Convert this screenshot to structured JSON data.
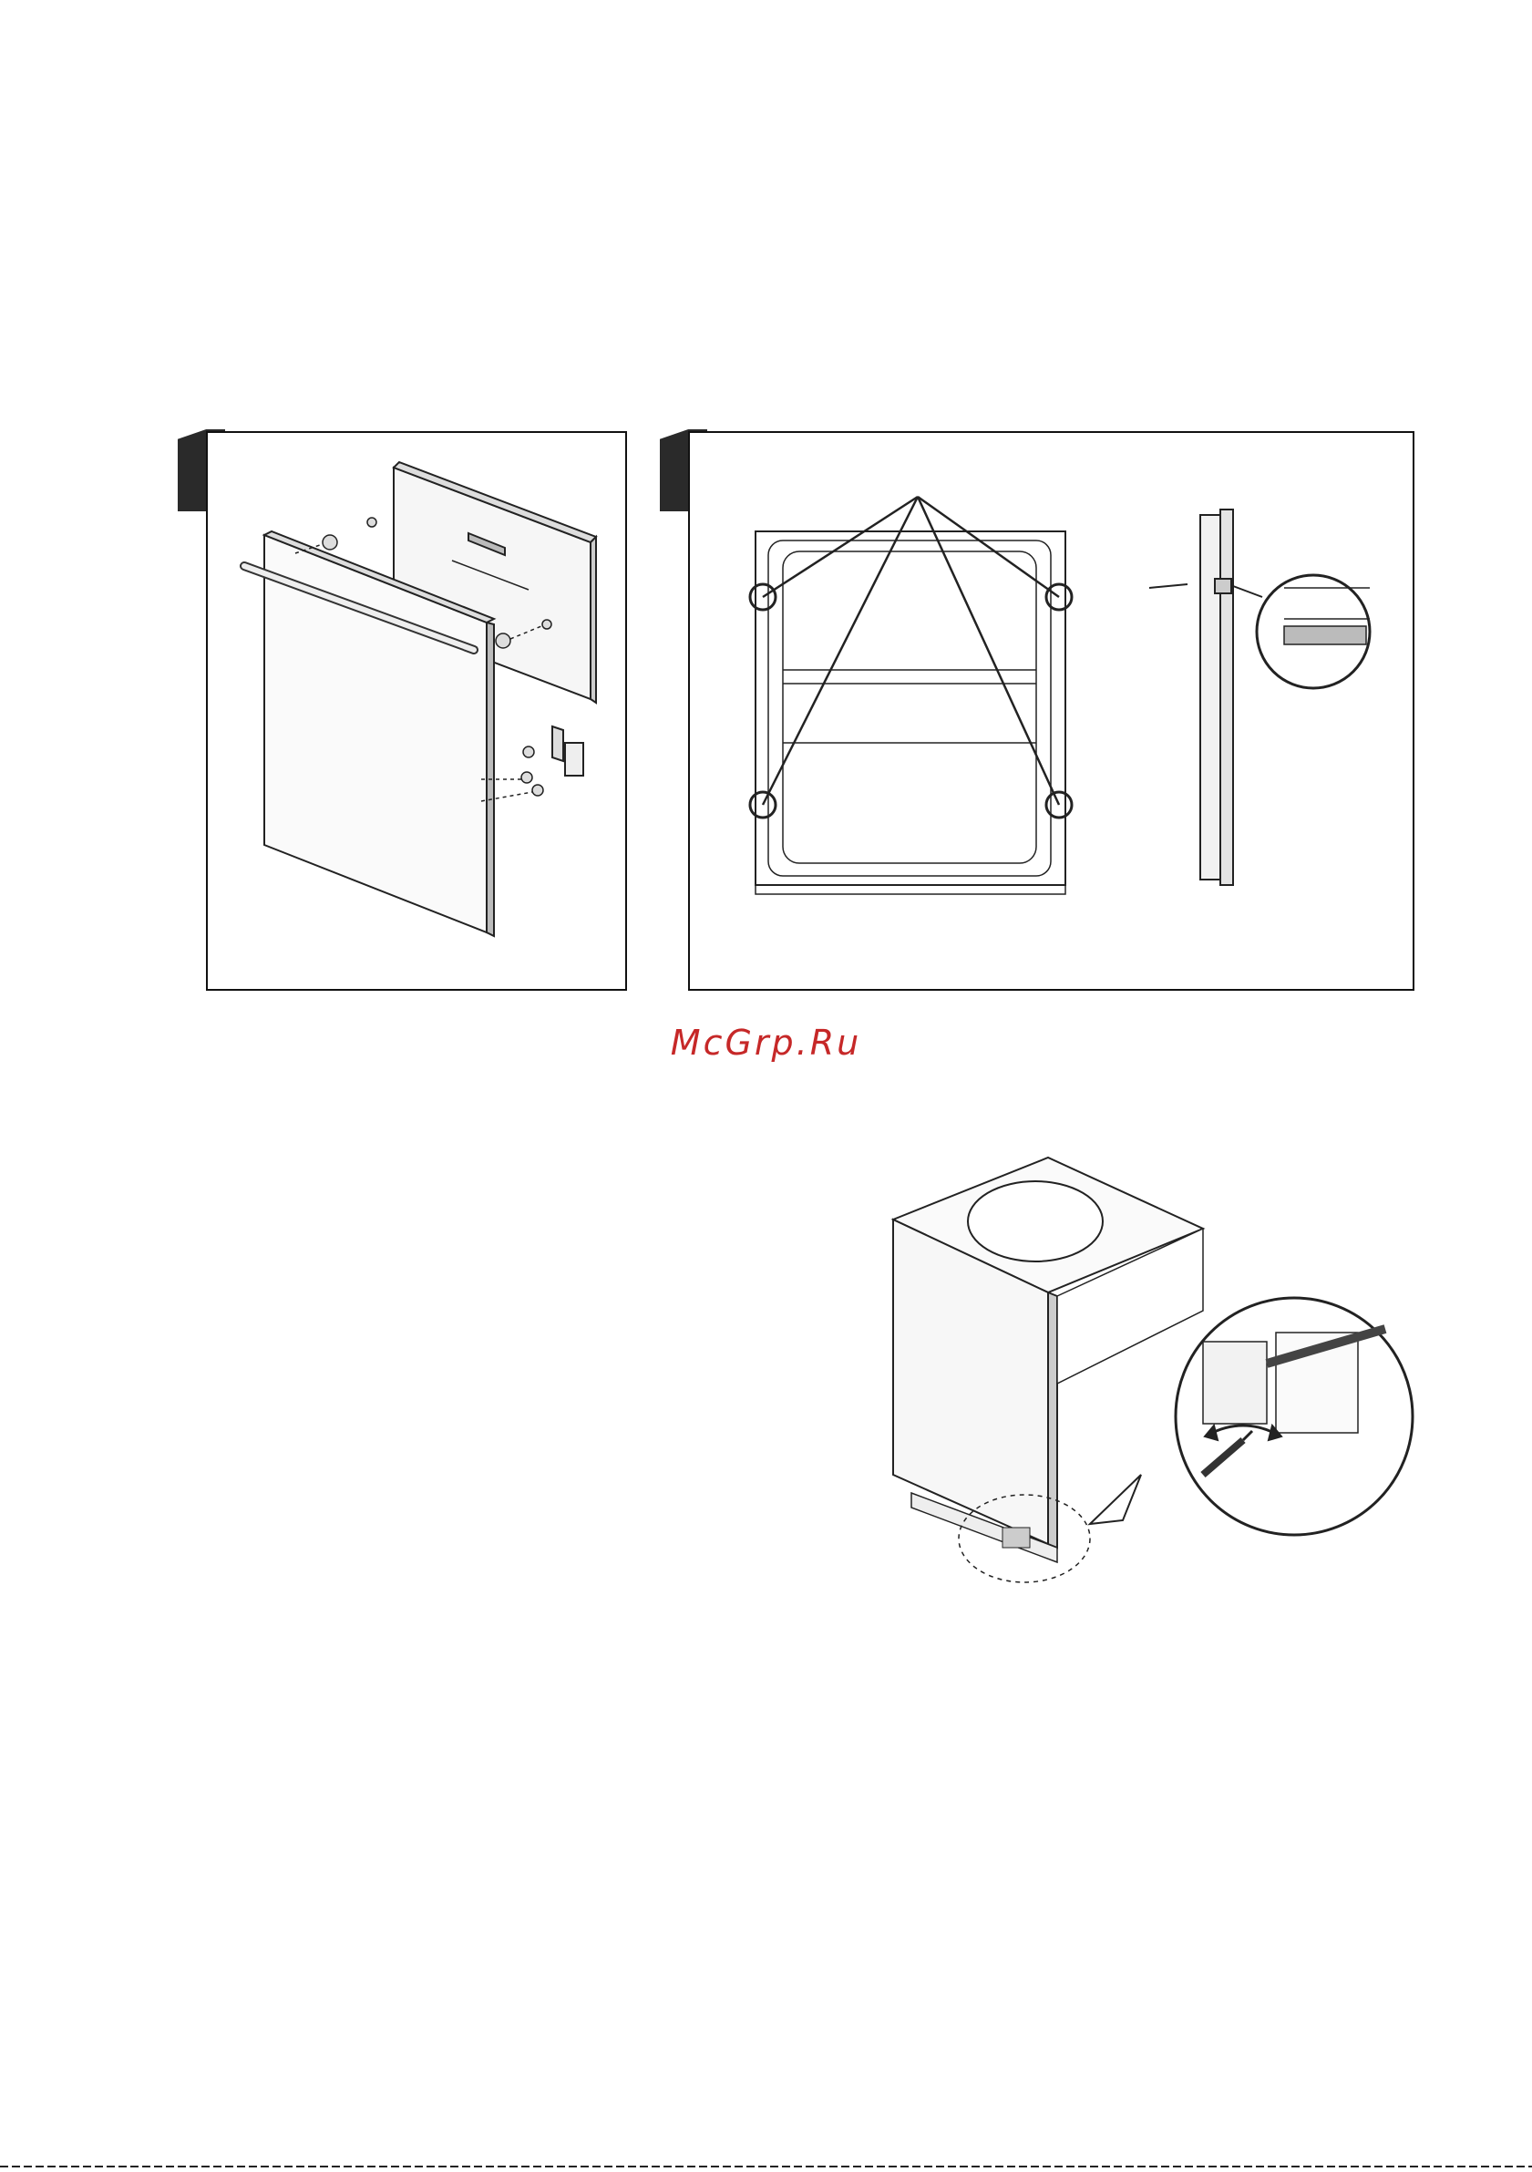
{
  "page": {
    "watermark": "McGrp.Ru",
    "watermark_color": "#c62828"
  },
  "figures": [
    {
      "id": "step-1",
      "badge": "",
      "content": "door-panel-assembly"
    },
    {
      "id": "step-2",
      "badge": "",
      "content": "door-screw-locations"
    }
  ],
  "illustration": {
    "content": "dishwasher-height-adjustment"
  }
}
